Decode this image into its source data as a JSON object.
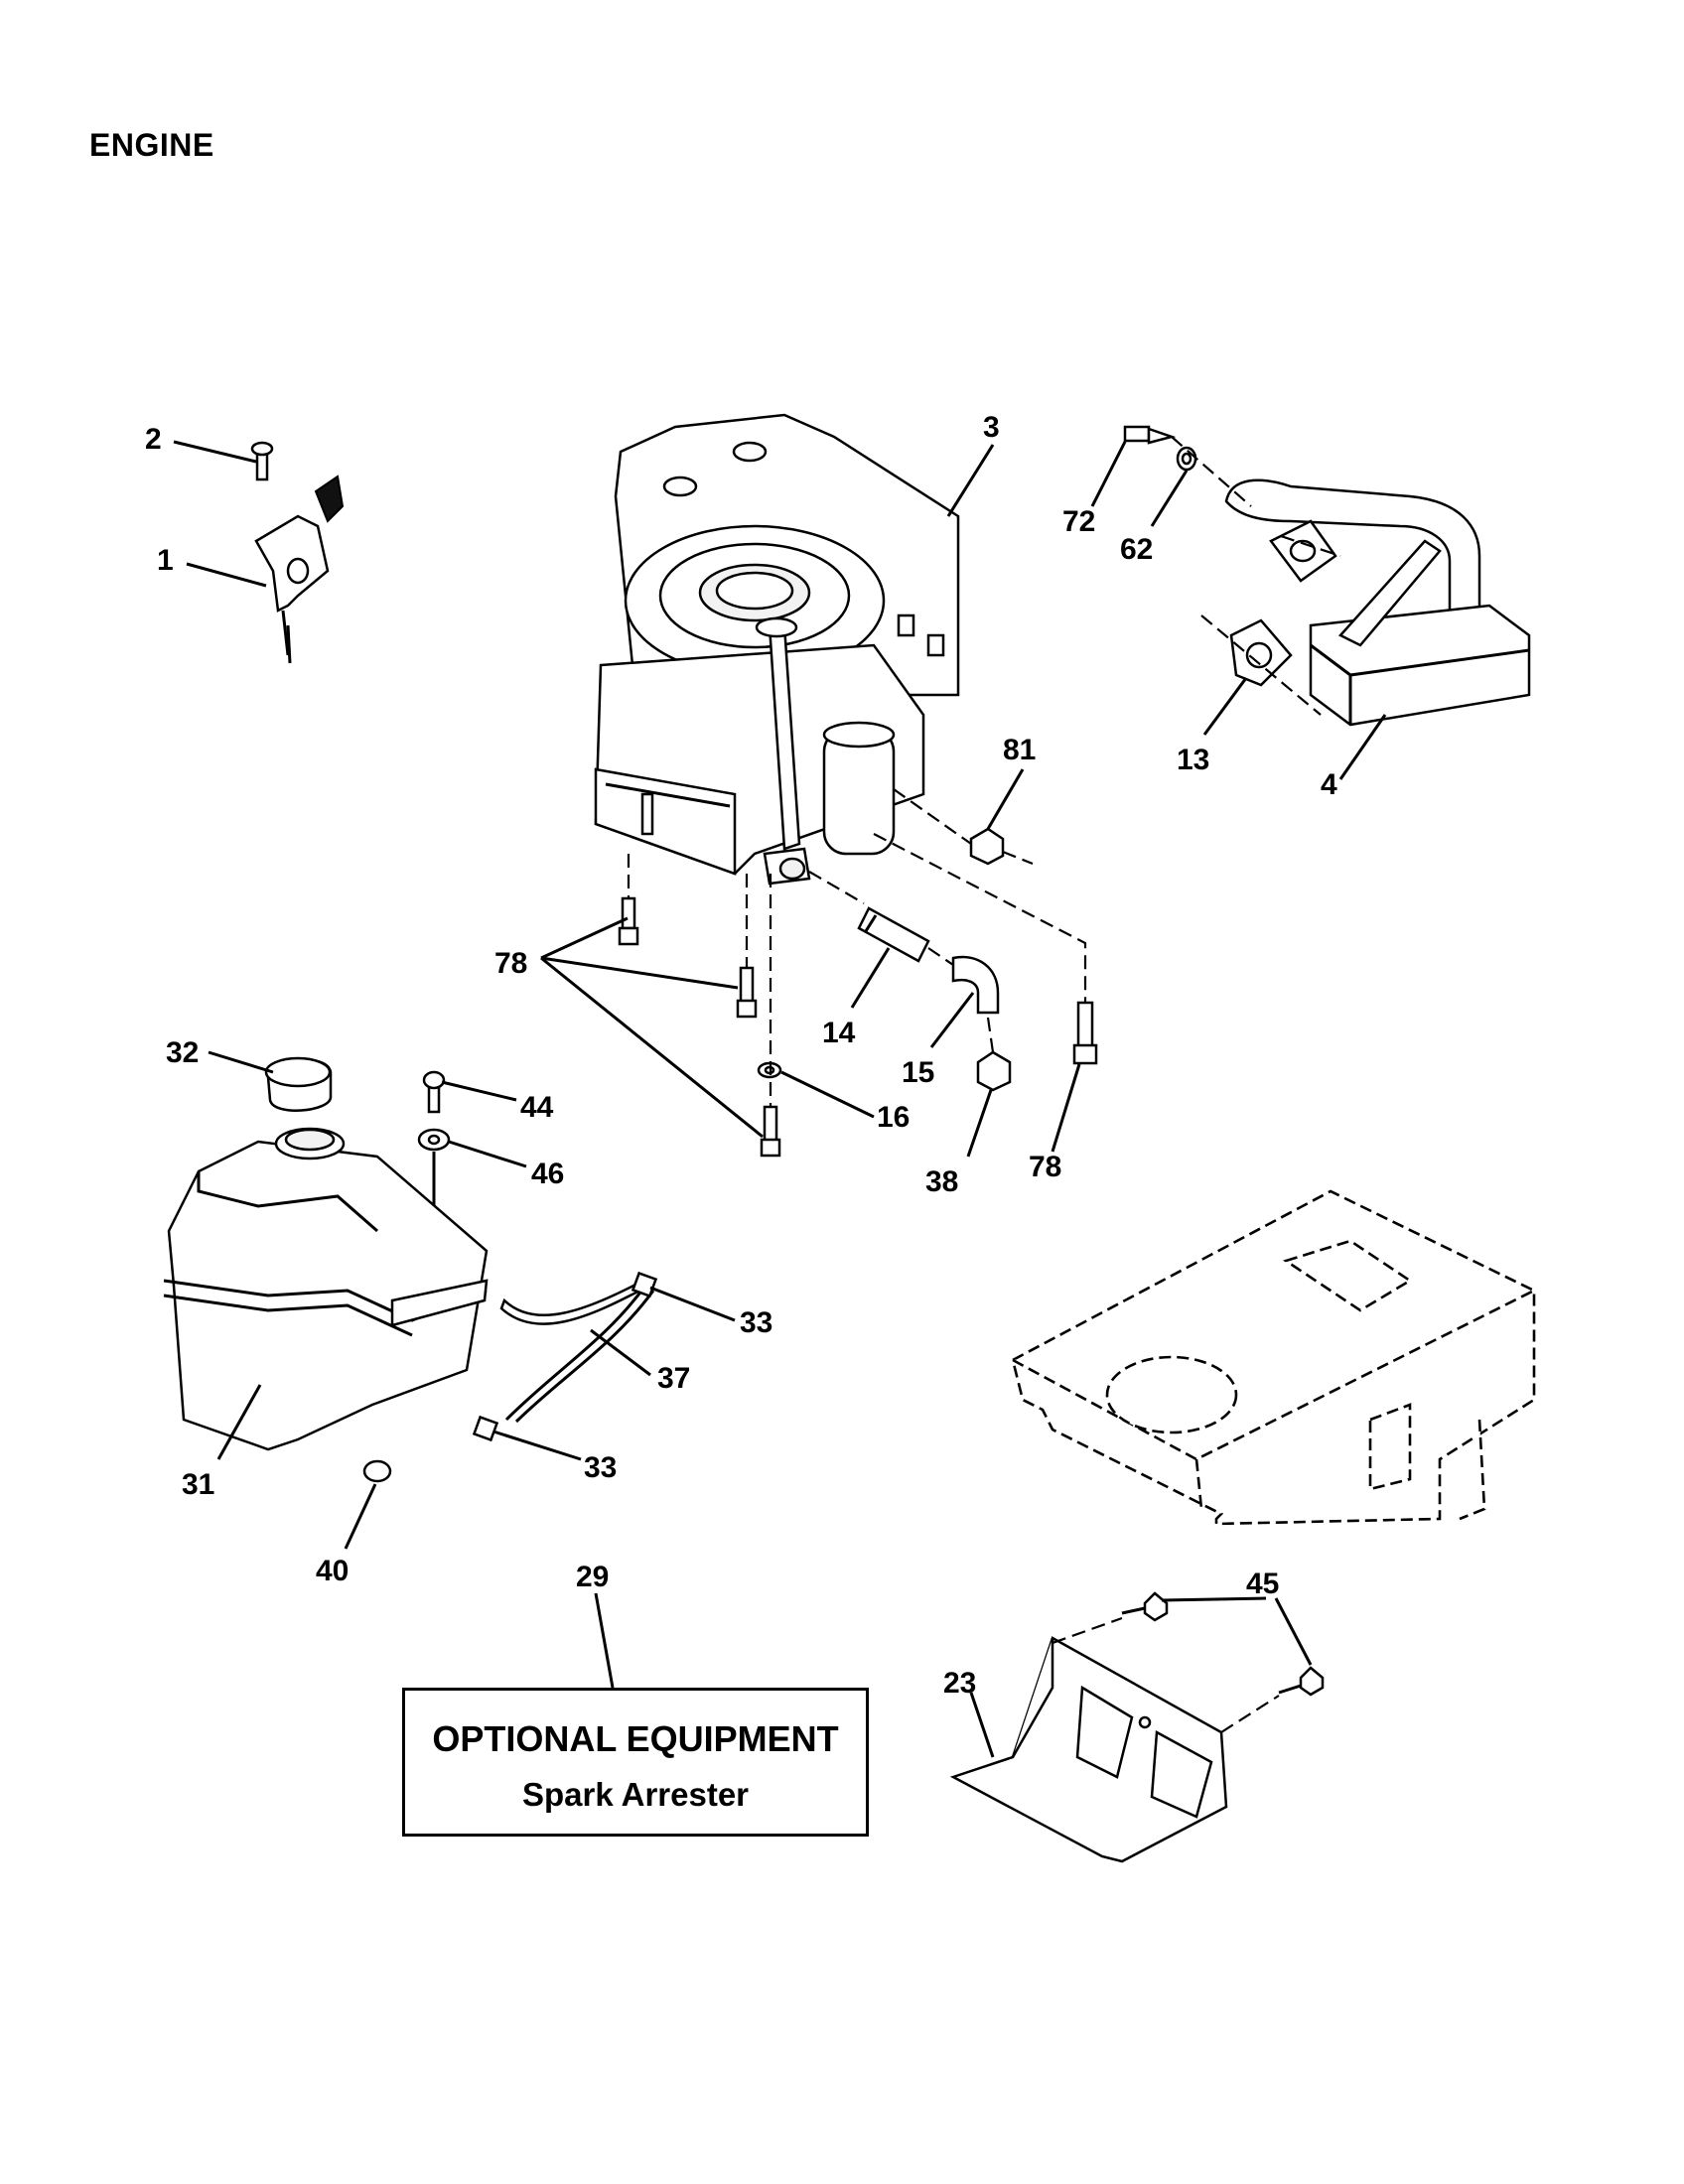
{
  "page": {
    "title": "ENGINE"
  },
  "callouts": [
    {
      "id": "c1",
      "text": "1"
    },
    {
      "id": "c2",
      "text": "2"
    },
    {
      "id": "c3",
      "text": "3"
    },
    {
      "id": "c72",
      "text": "72"
    },
    {
      "id": "c62",
      "text": "62"
    },
    {
      "id": "c13",
      "text": "13"
    },
    {
      "id": "c4",
      "text": "4"
    },
    {
      "id": "c81",
      "text": "81"
    },
    {
      "id": "c78a",
      "text": "78"
    },
    {
      "id": "c14",
      "text": "14"
    },
    {
      "id": "c15",
      "text": "15"
    },
    {
      "id": "c16",
      "text": "16"
    },
    {
      "id": "c38",
      "text": "38"
    },
    {
      "id": "c78b",
      "text": "78"
    },
    {
      "id": "c32",
      "text": "32"
    },
    {
      "id": "c44",
      "text": "44"
    },
    {
      "id": "c46",
      "text": "46"
    },
    {
      "id": "c33a",
      "text": "33"
    },
    {
      "id": "c37",
      "text": "37"
    },
    {
      "id": "c33b",
      "text": "33"
    },
    {
      "id": "c31",
      "text": "31"
    },
    {
      "id": "c40",
      "text": "40"
    },
    {
      "id": "c29",
      "text": "29"
    },
    {
      "id": "c45",
      "text": "45"
    },
    {
      "id": "c23",
      "text": "23"
    }
  ],
  "optional_box": {
    "title": "OPTIONAL EQUIPMENT",
    "subtitle": "Spark Arrester"
  }
}
